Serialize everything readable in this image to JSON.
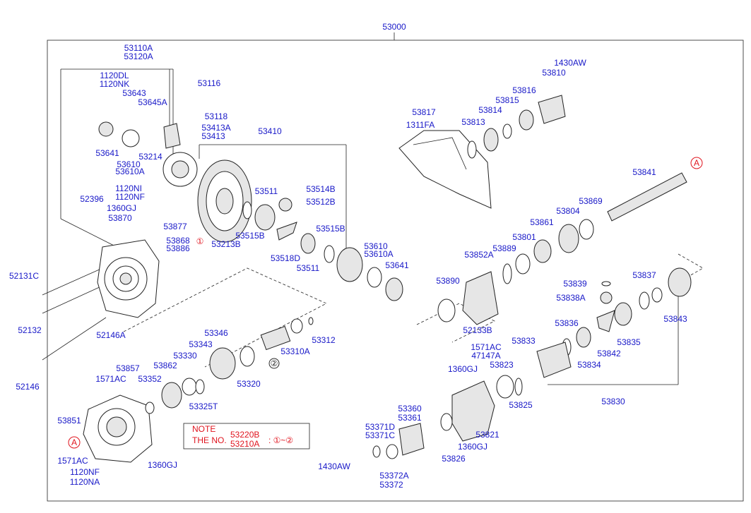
{
  "diagram": {
    "assembly_number": "53000",
    "note": {
      "title": "NOTE",
      "prefix": "THE NO.",
      "codes": [
        "53220B",
        "53210A"
      ],
      "range": ": ①~②"
    },
    "markers": {
      "ref_a": "A",
      "ref_1": "①",
      "ref_2": "②"
    },
    "parts": [
      {
        "id": "p53110A",
        "text": "53110A"
      },
      {
        "id": "p53120A",
        "text": "53120A"
      },
      {
        "id": "p1120DL",
        "text": "1120DL"
      },
      {
        "id": "p1120NK",
        "text": "1120NK"
      },
      {
        "id": "p53643",
        "text": "53643"
      },
      {
        "id": "p53645A",
        "text": "53645A"
      },
      {
        "id": "p53116",
        "text": "53116"
      },
      {
        "id": "p53118",
        "text": "53118"
      },
      {
        "id": "p53413A",
        "text": "53413A"
      },
      {
        "id": "p53413",
        "text": "53413"
      },
      {
        "id": "p53641a",
        "text": "53641"
      },
      {
        "id": "p53610a",
        "text": "53610"
      },
      {
        "id": "p53610Aa",
        "text": "53610A"
      },
      {
        "id": "p53214",
        "text": "53214"
      },
      {
        "id": "p53410",
        "text": "53410"
      },
      {
        "id": "p1120NI",
        "text": "1120NI"
      },
      {
        "id": "p1120NF",
        "text": "1120NF"
      },
      {
        "id": "p52396",
        "text": "52396"
      },
      {
        "id": "p1360GJa",
        "text": "1360GJ"
      },
      {
        "id": "p53870",
        "text": "53870"
      },
      {
        "id": "p53877",
        "text": "53877"
      },
      {
        "id": "p53868",
        "text": "53868"
      },
      {
        "id": "p53886",
        "text": "53886"
      },
      {
        "id": "p53213B",
        "text": "53213B"
      },
      {
        "id": "p53511a",
        "text": "53511"
      },
      {
        "id": "p53514B",
        "text": "53514B"
      },
      {
        "id": "p53512B",
        "text": "53512B"
      },
      {
        "id": "p53515Ba",
        "text": "53515B"
      },
      {
        "id": "p53515Bb",
        "text": "53515B"
      },
      {
        "id": "p53518D",
        "text": "53518D"
      },
      {
        "id": "p53511b",
        "text": "53511"
      },
      {
        "id": "p53610b",
        "text": "53610"
      },
      {
        "id": "p53610Ab",
        "text": "53610A"
      },
      {
        "id": "p53641b",
        "text": "53641"
      },
      {
        "id": "p52131C",
        "text": "52131C"
      },
      {
        "id": "p52132",
        "text": "52132"
      },
      {
        "id": "p52146A",
        "text": "52146A"
      },
      {
        "id": "p52146",
        "text": "52146"
      },
      {
        "id": "p53346",
        "text": "53346"
      },
      {
        "id": "p53343",
        "text": "53343"
      },
      {
        "id": "p53312",
        "text": "53312"
      },
      {
        "id": "p53310A",
        "text": "53310A"
      },
      {
        "id": "p53330",
        "text": "53330"
      },
      {
        "id": "p53320",
        "text": "53320"
      },
      {
        "id": "p53325T",
        "text": "53325T"
      },
      {
        "id": "p53857",
        "text": "53857"
      },
      {
        "id": "p53862",
        "text": "53862"
      },
      {
        "id": "p1571ACa",
        "text": "1571AC"
      },
      {
        "id": "p53352",
        "text": "53352"
      },
      {
        "id": "p53851",
        "text": "53851"
      },
      {
        "id": "p1571ACb",
        "text": "1571AC"
      },
      {
        "id": "p1120NF2",
        "text": "1120NF"
      },
      {
        "id": "p1120NA",
        "text": "1120NA"
      },
      {
        "id": "p1360GJb",
        "text": "1360GJ"
      },
      {
        "id": "p53817",
        "text": "53817"
      },
      {
        "id": "p1311FA",
        "text": "1311FA"
      },
      {
        "id": "p53813",
        "text": "53813"
      },
      {
        "id": "p53814",
        "text": "53814"
      },
      {
        "id": "p53815",
        "text": "53815"
      },
      {
        "id": "p53816",
        "text": "53816"
      },
      {
        "id": "p1430AWa",
        "text": "1430AW"
      },
      {
        "id": "p53810",
        "text": "53810"
      },
      {
        "id": "p53841",
        "text": "53841"
      },
      {
        "id": "p53869",
        "text": "53869"
      },
      {
        "id": "p53804",
        "text": "53804"
      },
      {
        "id": "p53861",
        "text": "53861"
      },
      {
        "id": "p53801",
        "text": "53801"
      },
      {
        "id": "p53889",
        "text": "53889"
      },
      {
        "id": "p53852A",
        "text": "53852A"
      },
      {
        "id": "p53890",
        "text": "53890"
      },
      {
        "id": "p52133B",
        "text": "52133B"
      },
      {
        "id": "p53839",
        "text": "53839"
      },
      {
        "id": "p53838A",
        "text": "53838A"
      },
      {
        "id": "p53837",
        "text": "53837"
      },
      {
        "id": "p53843",
        "text": "53843"
      },
      {
        "id": "p53836",
        "text": "53836"
      },
      {
        "id": "p53835",
        "text": "53835"
      },
      {
        "id": "p53842",
        "text": "53842"
      },
      {
        "id": "p53834",
        "text": "53834"
      },
      {
        "id": "p53833",
        "text": "53833"
      },
      {
        "id": "p1571ACc",
        "text": "1571AC"
      },
      {
        "id": "p47147A",
        "text": "47147A"
      },
      {
        "id": "p1360GJc",
        "text": "1360GJ"
      },
      {
        "id": "p53823",
        "text": "53823"
      },
      {
        "id": "p53825",
        "text": "53825"
      },
      {
        "id": "p53830",
        "text": "53830"
      },
      {
        "id": "p53360",
        "text": "53360"
      },
      {
        "id": "p53361",
        "text": "53361"
      },
      {
        "id": "p53371D",
        "text": "53371D"
      },
      {
        "id": "p53371C",
        "text": "53371C"
      },
      {
        "id": "p53821",
        "text": "53821"
      },
      {
        "id": "p1360GJd",
        "text": "1360GJ"
      },
      {
        "id": "p53826",
        "text": "53826"
      },
      {
        "id": "p1430AWb",
        "text": "1430AW"
      },
      {
        "id": "p53372A",
        "text": "53372A"
      },
      {
        "id": "p53372",
        "text": "53372"
      }
    ]
  }
}
